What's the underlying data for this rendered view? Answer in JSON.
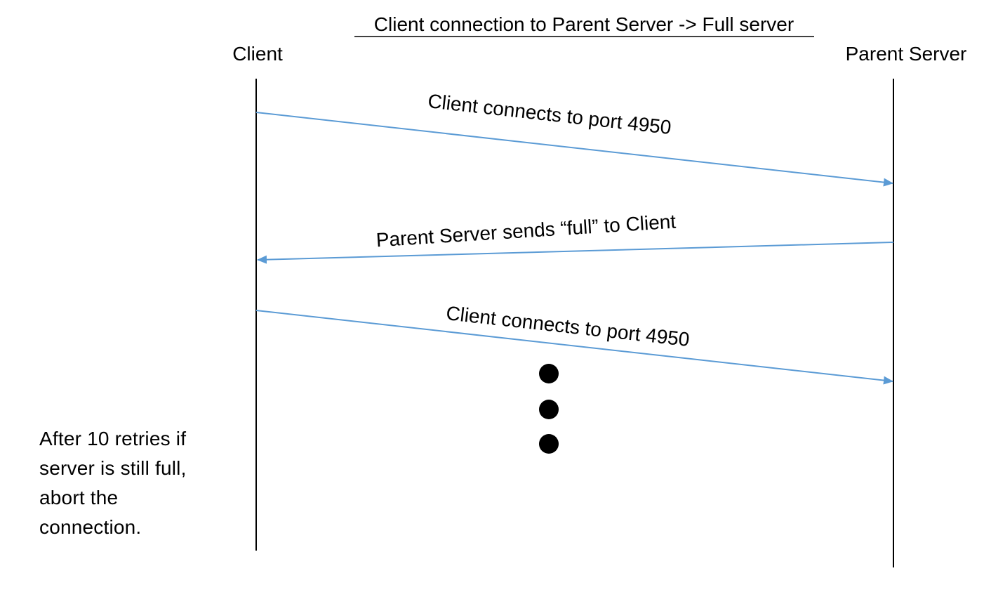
{
  "title": "Client connection to Parent Server -> Full server",
  "participants": {
    "client": "Client",
    "server": "Parent Server"
  },
  "messages": [
    {
      "from": "client",
      "to": "server",
      "label": "Client connects to port 4950"
    },
    {
      "from": "server",
      "to": "client",
      "label": "Parent Server sends “full” to Client"
    },
    {
      "from": "client",
      "to": "server",
      "label": "Client connects to port 4950"
    }
  ],
  "continuation": "vertical ellipsis (three dots)",
  "note": {
    "lines": [
      "After 10 retries if",
      "server is still full,",
      "abort the",
      "connection."
    ]
  },
  "colors": {
    "arrow": "#5b9bd5",
    "lifeline": "#000000",
    "text": "#000000"
  }
}
